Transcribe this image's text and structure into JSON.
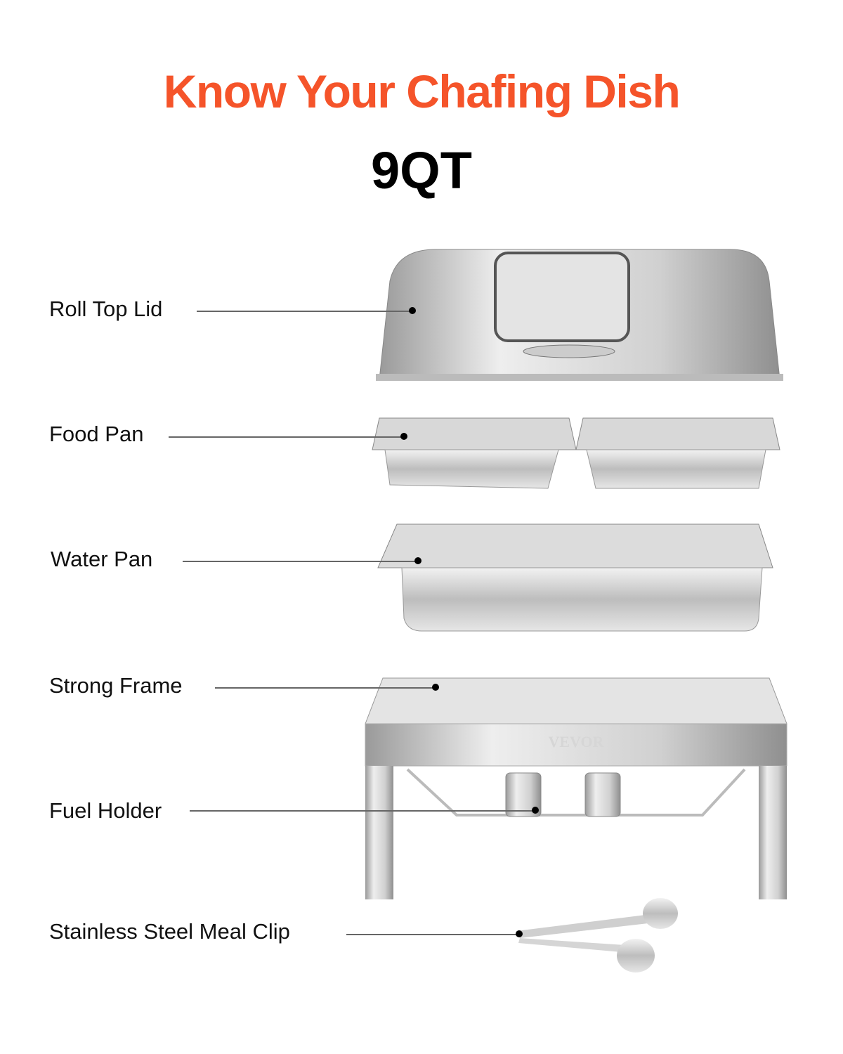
{
  "header": {
    "title": "Know Your Chafing Dish",
    "capacity": "9QT"
  },
  "parts": [
    {
      "label": "Roll Top Lid"
    },
    {
      "label": "Food Pan"
    },
    {
      "label": "Water Pan"
    },
    {
      "label": "Strong Frame"
    },
    {
      "label": "Fuel Holder"
    },
    {
      "label": "Stainless Steel Meal Clip"
    }
  ],
  "brand_mark": "VEVOR",
  "colors": {
    "accent": "#f5542a",
    "text": "#111111",
    "steel": "#c8c8c8"
  }
}
